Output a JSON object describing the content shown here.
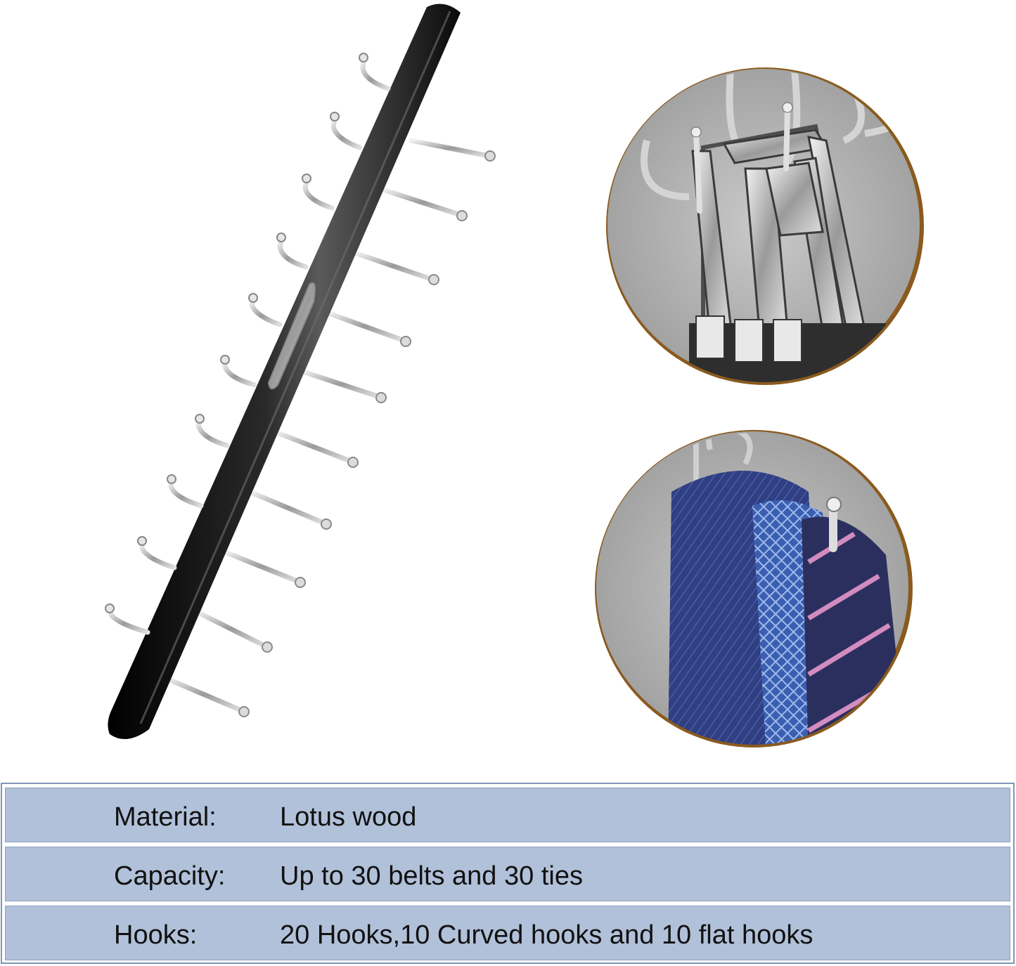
{
  "specs": [
    {
      "label": "Material:",
      "value": "Lotus wood"
    },
    {
      "label": "Capacity:",
      "value": "Up to 30 belts and 30 ties"
    },
    {
      "label": "Hooks:",
      "value": "20 Hooks,10 Curved hooks and 10 flat hooks"
    }
  ],
  "colors": {
    "row_background": "#b1c1d9",
    "table_border": "#8096b6",
    "bar": "#111111",
    "chrome": "#c8c8c8",
    "inset_ring": "#8a5a1e",
    "tie": "#2a3a7a"
  }
}
